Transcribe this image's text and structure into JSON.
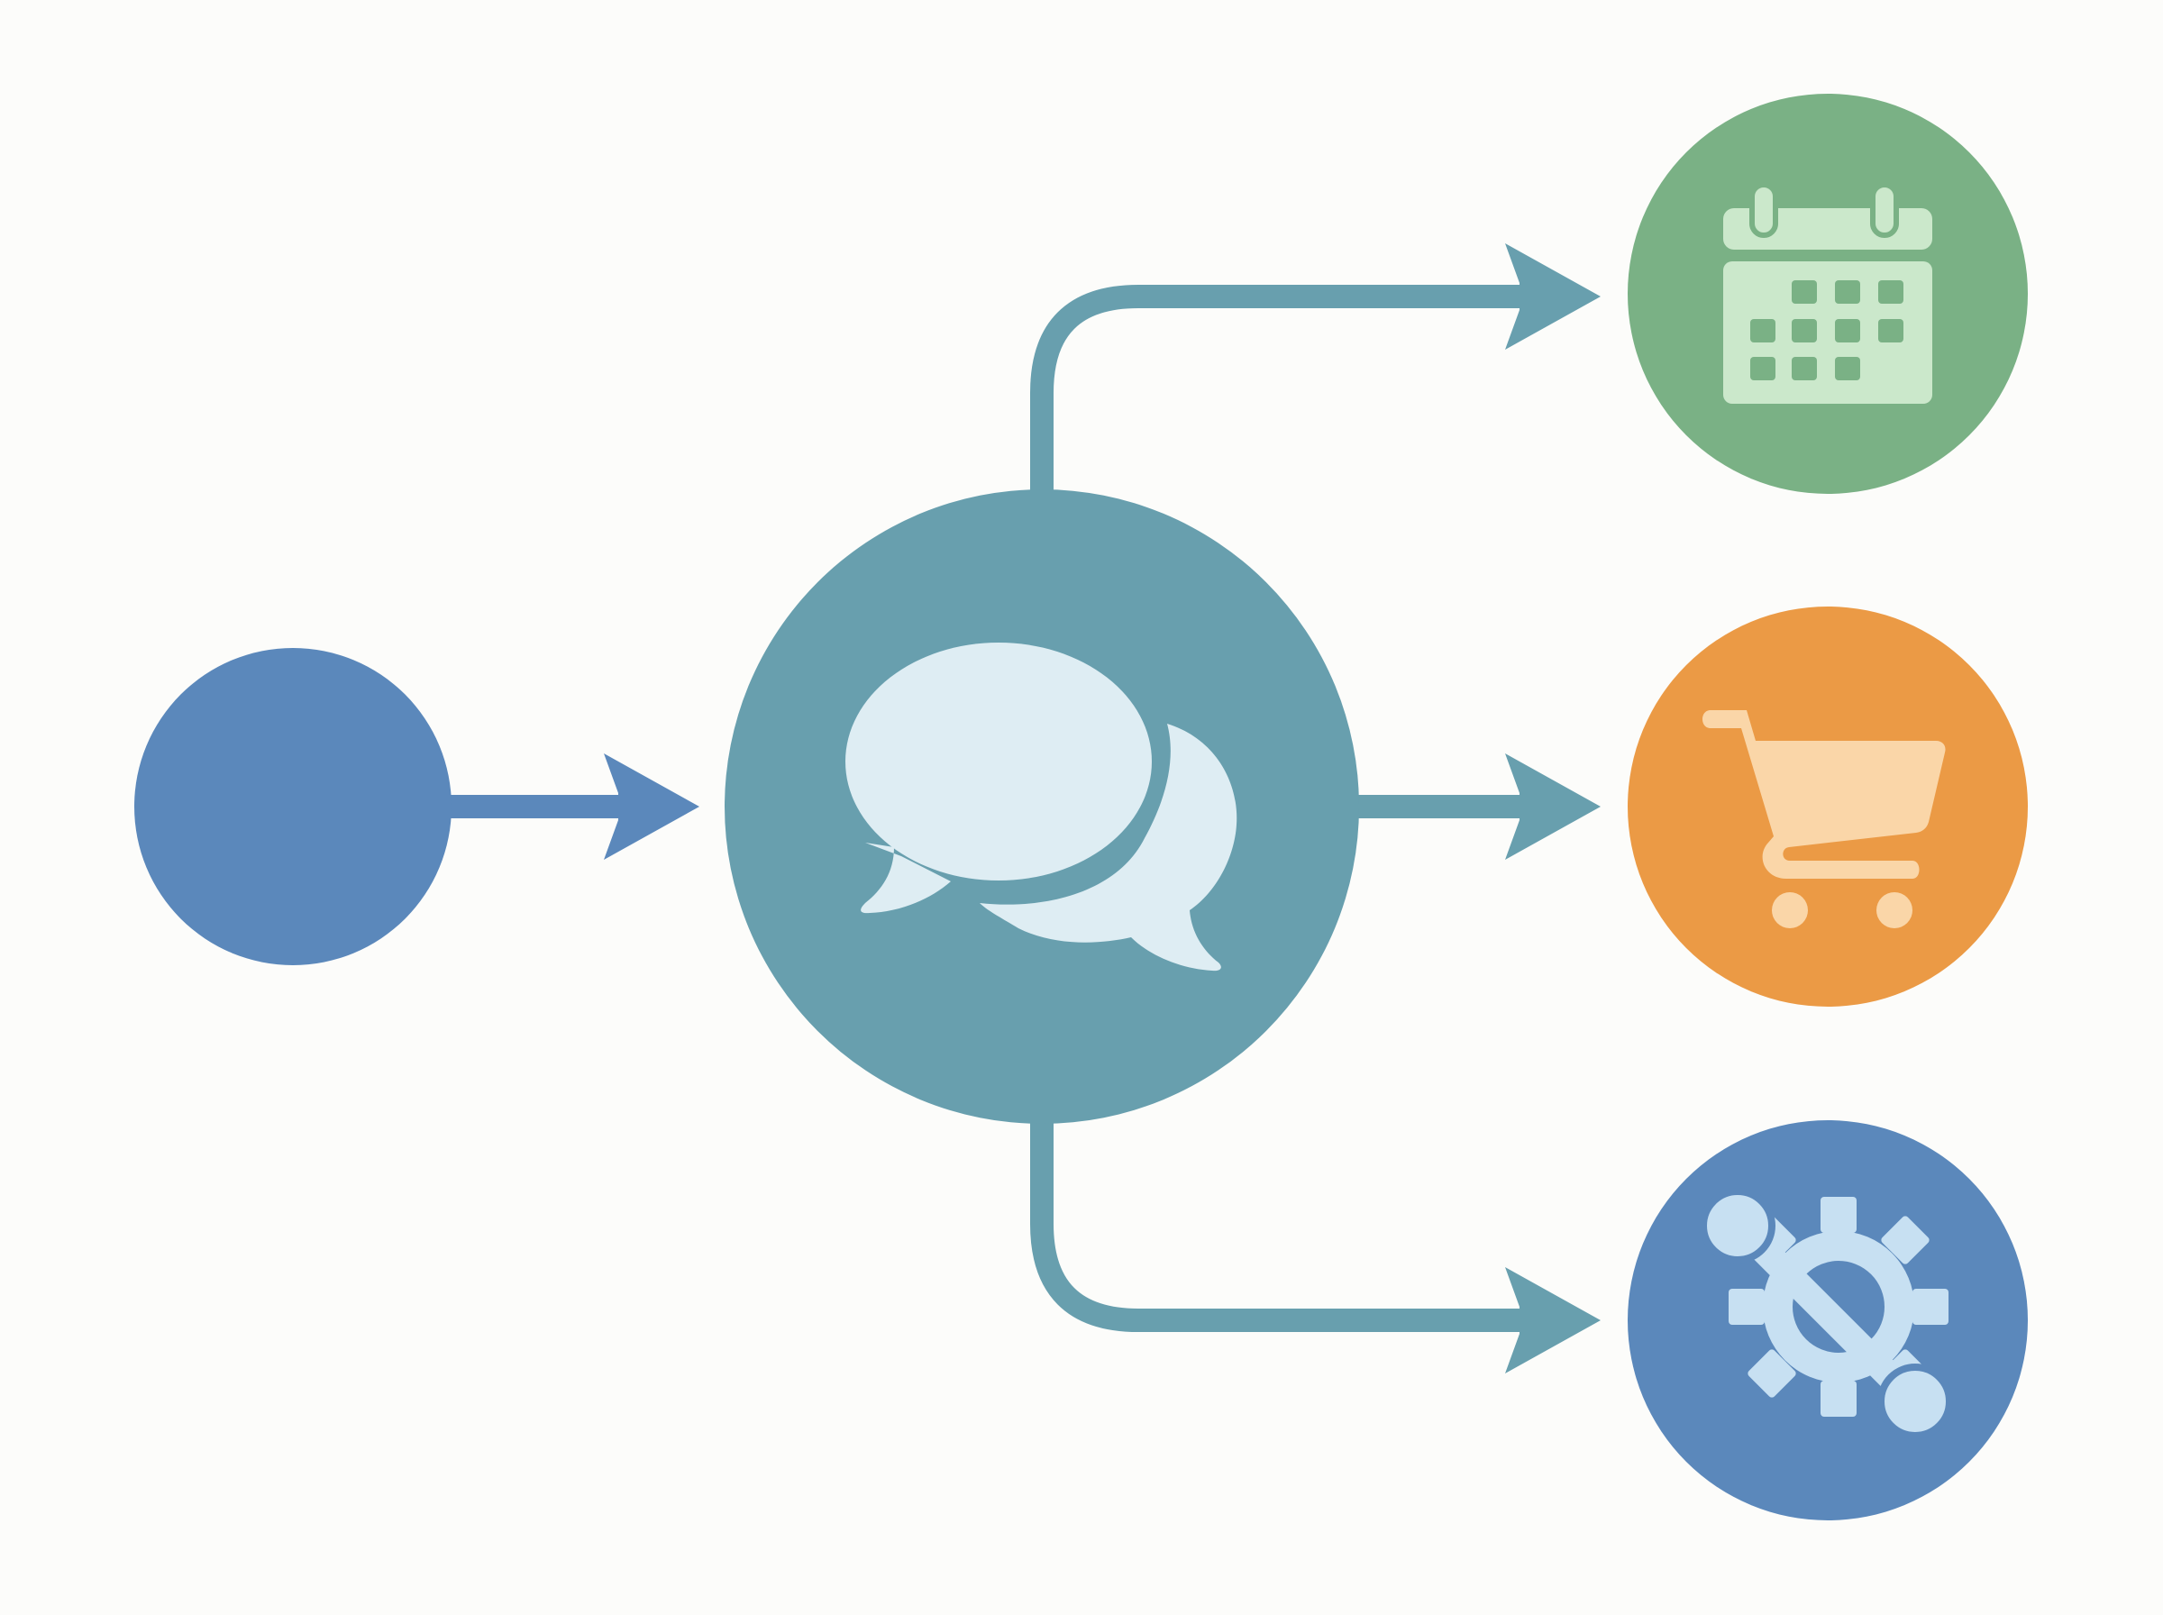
{
  "diagram": {
    "background": "#fcfcfa",
    "nodes": [
      {
        "id": "source",
        "color": "#5b88bb",
        "icon": "none"
      },
      {
        "id": "hub",
        "color": "#689fae",
        "icon": "chat-bubbles-icon",
        "icon_color": "#deedf3"
      },
      {
        "id": "calendar",
        "color": "#7ab185",
        "icon": "calendar-icon",
        "icon_color": "#cbe8cb"
      },
      {
        "id": "cart",
        "color": "#eb9a45",
        "icon": "shopping-cart-icon",
        "icon_color": "#fad6a8"
      },
      {
        "id": "tools",
        "color": "#5b88bb",
        "icon": "gear-wrench-icon",
        "icon_color": "#c7e0f2"
      }
    ],
    "edges": [
      {
        "from": "source",
        "to": "hub",
        "color": "#5b88bb"
      },
      {
        "from": "hub",
        "to": "calendar",
        "color": "#689fae"
      },
      {
        "from": "hub",
        "to": "cart",
        "color": "#689fae"
      },
      {
        "from": "hub",
        "to": "tools",
        "color": "#689fae"
      }
    ]
  }
}
